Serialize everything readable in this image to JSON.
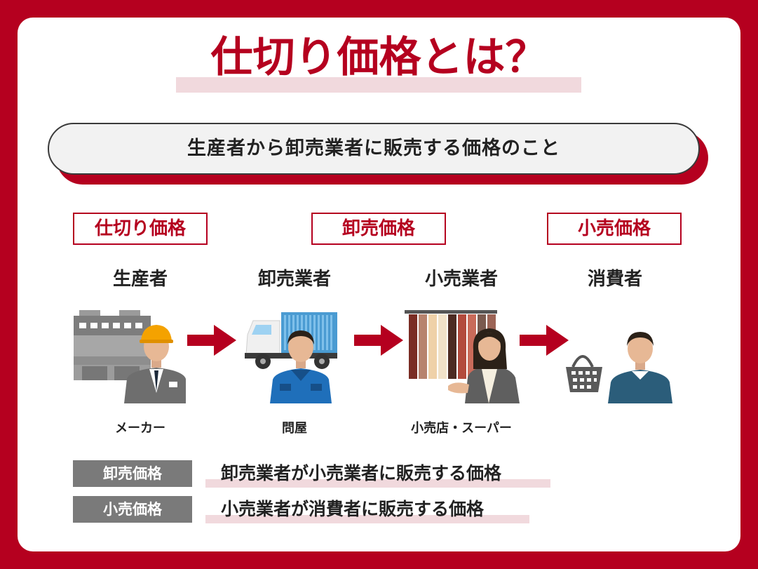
{
  "title": "仕切り価格とは？",
  "subtitle": "生産者から卸売業者に販売する価格のこと",
  "prices": [
    {
      "label": "仕切り価格"
    },
    {
      "label": "卸売価格"
    },
    {
      "label": "小売価格"
    }
  ],
  "stages": [
    {
      "name": "生産者",
      "sub": "メーカー"
    },
    {
      "name": "卸売業者",
      "sub": "問屋"
    },
    {
      "name": "小売業者",
      "sub": "小売店・スーパー"
    },
    {
      "name": "消費者",
      "sub": ""
    }
  ],
  "definitions": [
    {
      "label": "卸売価格",
      "text": "卸売業者が小売業者に販売する価格"
    },
    {
      "label": "小売価格",
      "text": "小売業者が消費者に販売する価格"
    }
  ],
  "colors": {
    "accent": "#b5001f",
    "highlight": "#f1d9dd",
    "label_bg": "#7a7a7a"
  }
}
